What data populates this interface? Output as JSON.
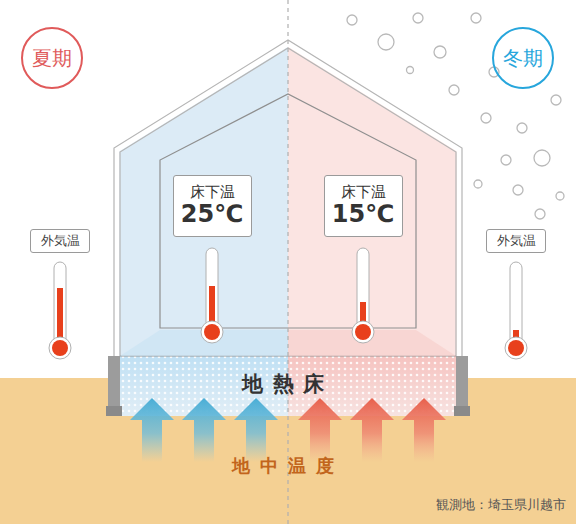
{
  "diagram": {
    "nodes": [
      {
        "text": [
          "夏期"
        ]
      },
      {
        "text": [
          "冬期"
        ]
      },
      {
        "text": [
          "外気温"
        ]
      },
      {
        "text": [
          "床下温",
          "25℃"
        ]
      },
      {
        "text": [
          "床下温",
          "15℃"
        ]
      },
      {
        "text": [
          "外気温"
        ]
      },
      {
        "text": [
          "地熱床"
        ]
      }
    ],
    "labels": [
      "地中温度",
      "観測地：埼玉県川越市"
    ]
  }
}
